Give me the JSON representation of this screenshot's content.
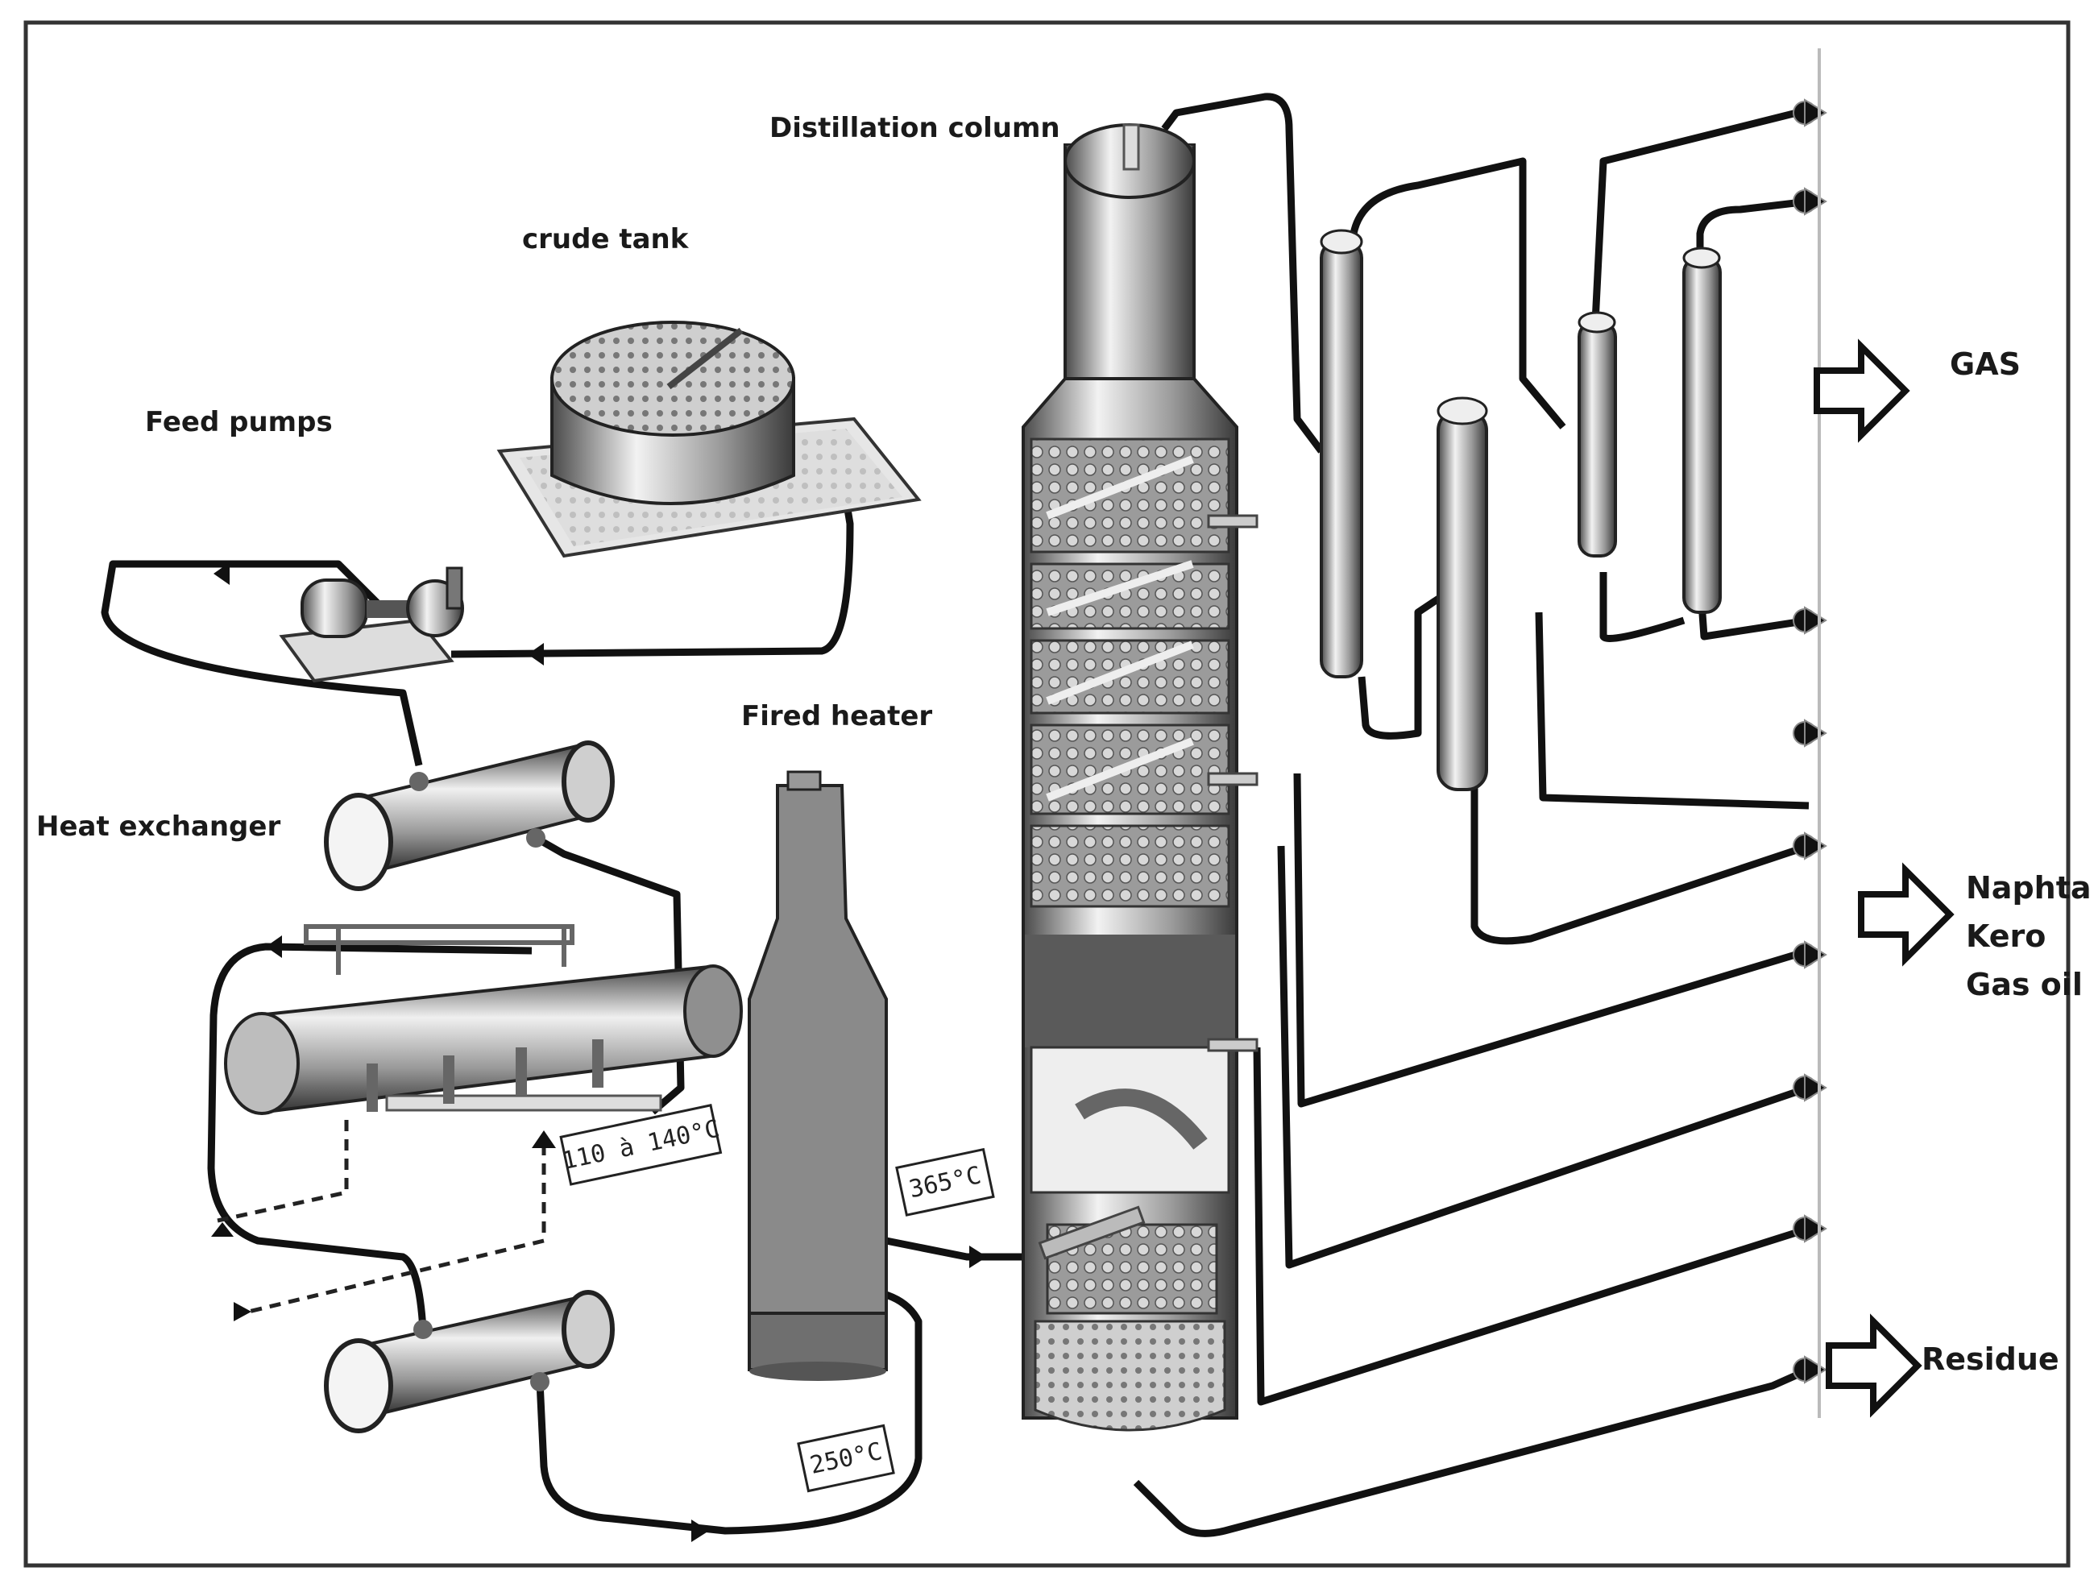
{
  "labels": {
    "distillation_column": "Distillation column",
    "crude_tank": "crude tank",
    "feed_pumps": "Feed pumps",
    "heat_exchanger": "Heat exchanger",
    "fired_heater": "Fired heater"
  },
  "temperatures": {
    "preheat": "110 à 140°C",
    "heater_outlet": "365°C",
    "heater_inlet": "250°C"
  },
  "products": {
    "gas": "GAS",
    "naphta": "Naphta",
    "kero": "Kero",
    "gas_oil": "Gas oil",
    "residue": "Residue"
  },
  "colors": {
    "pipe": "#111111",
    "frame": "#333333",
    "heater": "#8a8a8a",
    "column": "#a6a6a6"
  }
}
